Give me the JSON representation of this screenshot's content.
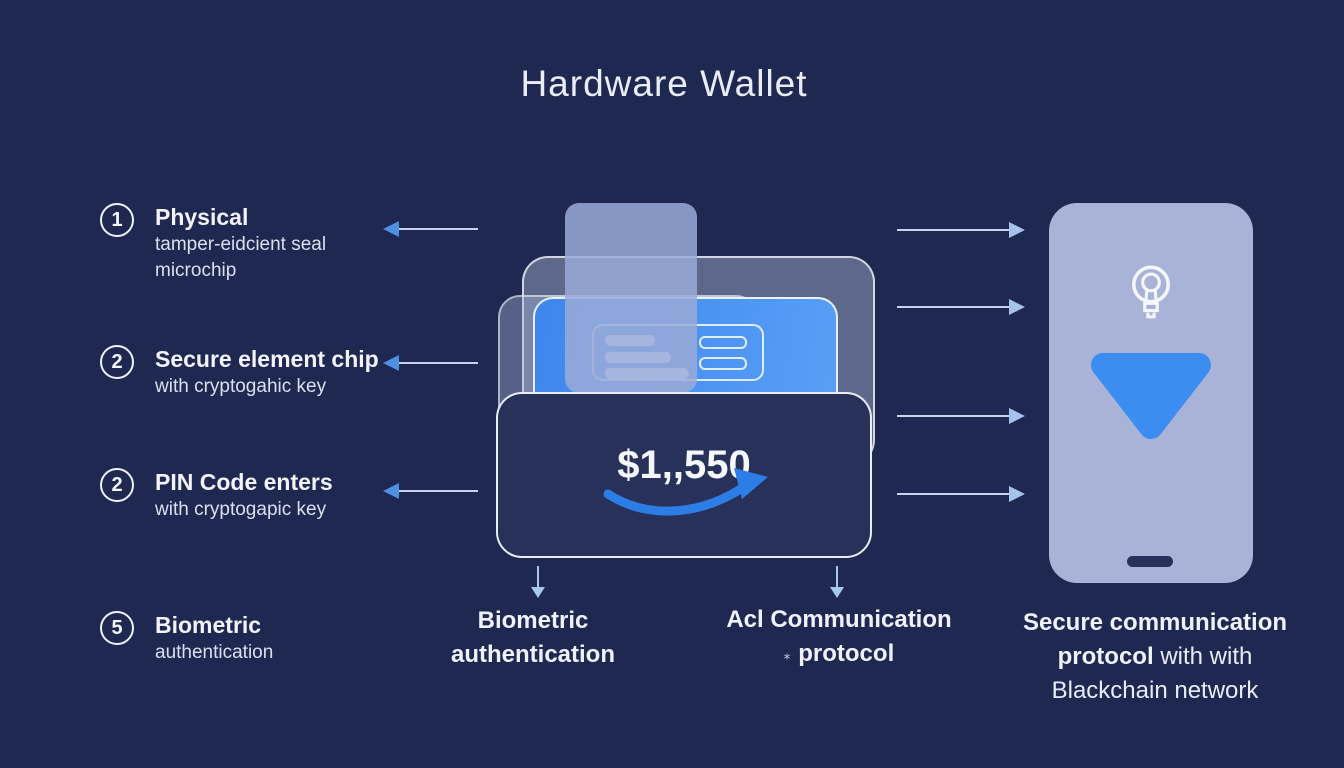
{
  "page": {
    "title": "Hardware Wallet"
  },
  "features": [
    {
      "number": "1",
      "title": "Physical",
      "sub1": "tamper-eidcient seal",
      "sub2": "microchip"
    },
    {
      "number": "2",
      "title": "Secure element chip",
      "sub1": "with cryptogahic key",
      "sub2": ""
    },
    {
      "number": "2",
      "title": "PIN Code enters",
      "sub1": "with cryptogapic key",
      "sub2": ""
    },
    {
      "number": "5",
      "title": "Biometric",
      "sub1": "authentication",
      "sub2": ""
    }
  ],
  "wallet": {
    "amount": "$1,,550"
  },
  "labels": {
    "biometric": {
      "line1": "Biometric",
      "line2": "authentication"
    },
    "acl": {
      "line1": "Acl Communication",
      "mark": "⁎",
      "line2": "protocol"
    },
    "secure": {
      "line1": "Secure communication",
      "line2_bold": "protocol",
      "line2_rest": " with with",
      "line3": "Blackchain network"
    }
  },
  "icons": {
    "lightbulb": "lightbulb-icon",
    "triangle": "down-triangle-icon",
    "curved_arrow": "growth-arrow-icon"
  },
  "colors": {
    "background": "#1f2850",
    "accent_blue": "#3c8df2",
    "card_blue": "#3e86ee",
    "arrow_light_blue": "#a9c7ee",
    "arrowhead_blue": "#4f90e2",
    "text_white": "#edf1f9"
  }
}
